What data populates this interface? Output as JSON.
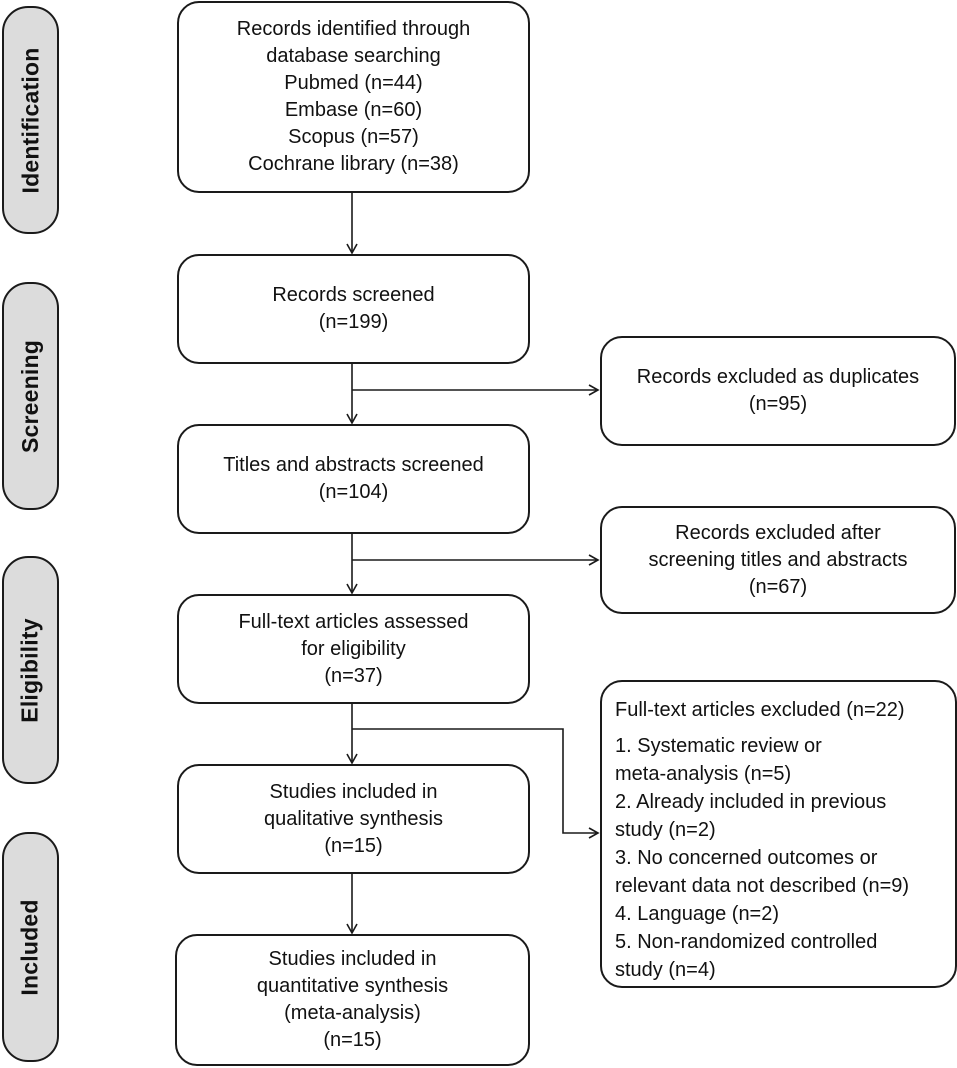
{
  "stages": {
    "identification": "Identification",
    "screening": "Screening",
    "eligibility": "Eligibility",
    "included": "Included"
  },
  "boxes": {
    "identified": [
      "Records identified through",
      "database searching",
      "Pubmed (n=44)",
      "Embase (n=60)",
      "Scopus (n=57)",
      "Cochrane library (n=38)"
    ],
    "screened": [
      "Records screened",
      "(n=199)"
    ],
    "titles": [
      "Titles and abstracts screened",
      "(n=104)"
    ],
    "fulltext": [
      "Full-text articles assessed",
      "for eligibility",
      "(n=37)"
    ],
    "qualitative": [
      "Studies included in",
      "qualitative synthesis",
      "(n=15)"
    ],
    "quantitative": [
      "Studies included in",
      "quantitative synthesis",
      "(meta-analysis)",
      "(n=15)"
    ],
    "duplicates": [
      "Records excluded as duplicates",
      "(n=95)"
    ],
    "excluded_titles": [
      "Records excluded after",
      "screening titles and abstracts",
      "(n=67)"
    ],
    "excluded_fulltext": {
      "heading": "Full-text articles excluded (n=22)",
      "lines": [
        "1. Systematic review or",
        "meta-analysis (n=5)",
        "2. Already included in previous",
        "study (n=2)",
        "3. No concerned outcomes or",
        "relevant data not described (n=9)",
        "4. Language (n=2)",
        "5. Non-randomized controlled",
        "study (n=4)"
      ]
    }
  }
}
